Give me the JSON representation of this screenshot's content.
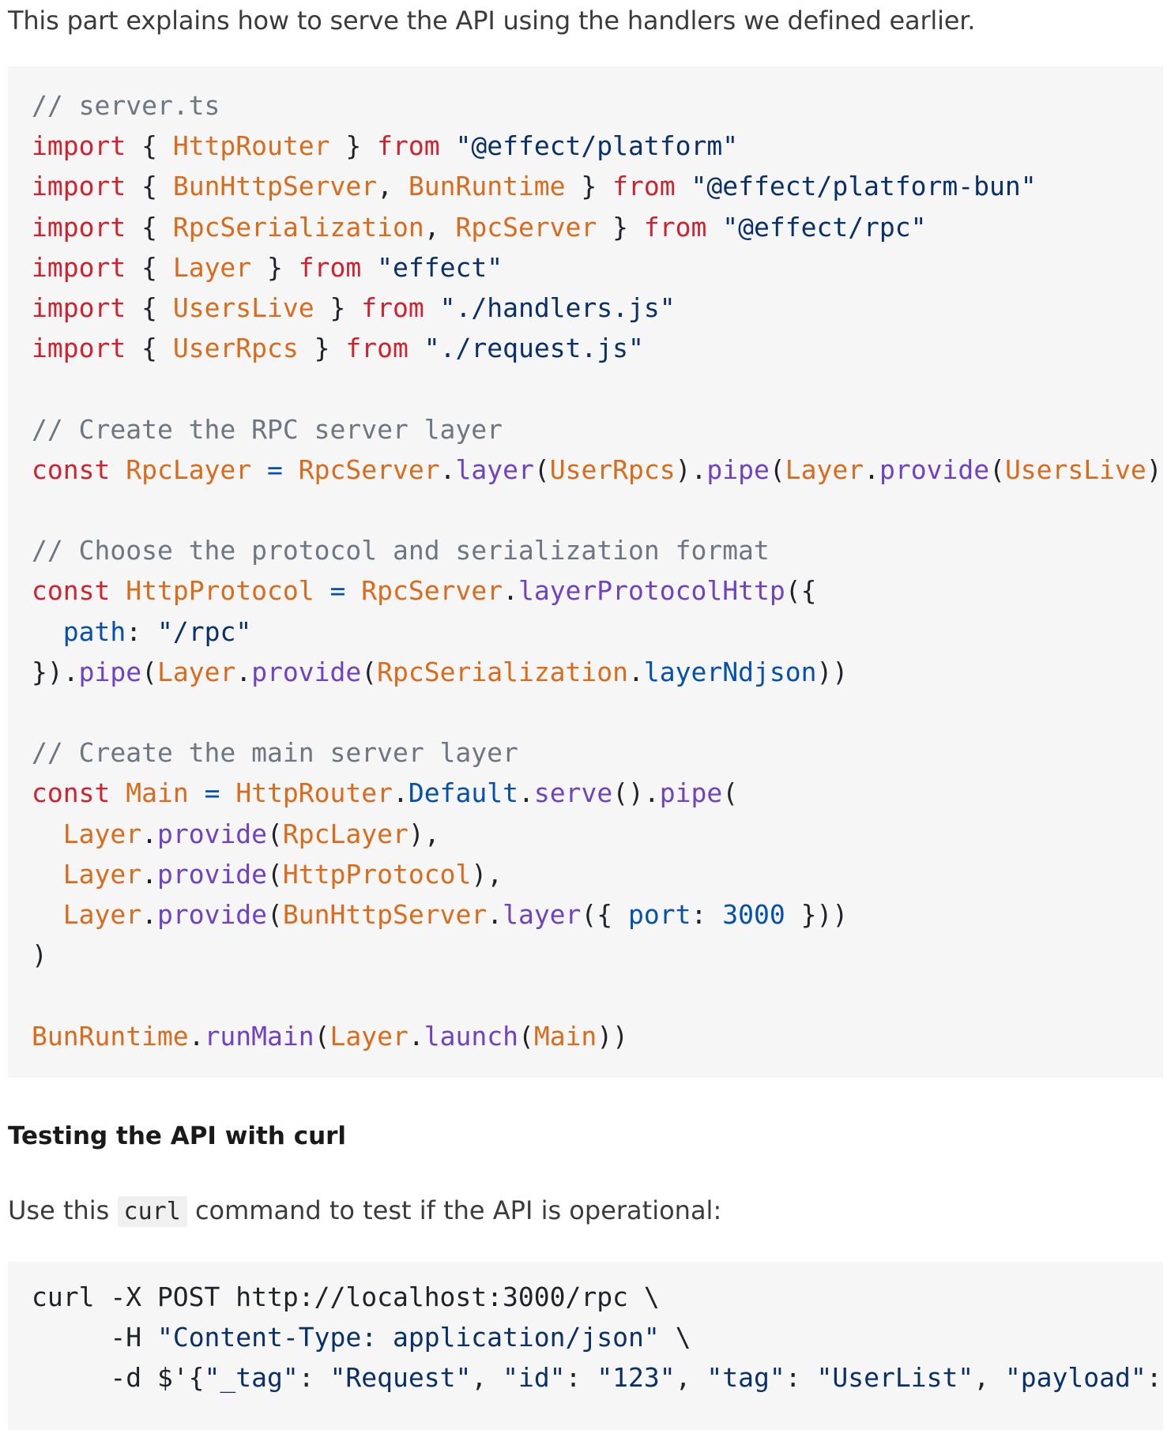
{
  "intro_text": "This part explains how to serve the API using the handlers we defined earlier.",
  "server_code_lines": [
    [
      [
        "comment",
        "// server.ts"
      ]
    ],
    [
      [
        "keyword",
        "import"
      ],
      [
        "punct",
        " { "
      ],
      [
        "ident",
        "HttpRouter"
      ],
      [
        "punct",
        " } "
      ],
      [
        "keyword",
        "from"
      ],
      [
        "punct",
        " "
      ],
      [
        "string",
        "\"@effect/platform\""
      ]
    ],
    [
      [
        "keyword",
        "import"
      ],
      [
        "punct",
        " { "
      ],
      [
        "ident",
        "BunHttpServer"
      ],
      [
        "punct",
        ", "
      ],
      [
        "ident",
        "BunRuntime"
      ],
      [
        "punct",
        " } "
      ],
      [
        "keyword",
        "from"
      ],
      [
        "punct",
        " "
      ],
      [
        "string",
        "\"@effect/platform-bun\""
      ]
    ],
    [
      [
        "keyword",
        "import"
      ],
      [
        "punct",
        " { "
      ],
      [
        "ident",
        "RpcSerialization"
      ],
      [
        "punct",
        ", "
      ],
      [
        "ident",
        "RpcServer"
      ],
      [
        "punct",
        " } "
      ],
      [
        "keyword",
        "from"
      ],
      [
        "punct",
        " "
      ],
      [
        "string",
        "\"@effect/rpc\""
      ]
    ],
    [
      [
        "keyword",
        "import"
      ],
      [
        "punct",
        " { "
      ],
      [
        "ident",
        "Layer"
      ],
      [
        "punct",
        " } "
      ],
      [
        "keyword",
        "from"
      ],
      [
        "punct",
        " "
      ],
      [
        "string",
        "\"effect\""
      ]
    ],
    [
      [
        "keyword",
        "import"
      ],
      [
        "punct",
        " { "
      ],
      [
        "ident",
        "UsersLive"
      ],
      [
        "punct",
        " } "
      ],
      [
        "keyword",
        "from"
      ],
      [
        "punct",
        " "
      ],
      [
        "string",
        "\"./handlers.js\""
      ]
    ],
    [
      [
        "keyword",
        "import"
      ],
      [
        "punct",
        " { "
      ],
      [
        "ident",
        "UserRpcs"
      ],
      [
        "punct",
        " } "
      ],
      [
        "keyword",
        "from"
      ],
      [
        "punct",
        " "
      ],
      [
        "string",
        "\"./request.js\""
      ]
    ],
    [],
    [
      [
        "comment",
        "// Create the RPC server layer"
      ]
    ],
    [
      [
        "keyword",
        "const"
      ],
      [
        "punct",
        " "
      ],
      [
        "ident",
        "RpcLayer"
      ],
      [
        "punct",
        " "
      ],
      [
        "prop",
        "="
      ],
      [
        "punct",
        " "
      ],
      [
        "ident",
        "RpcServer"
      ],
      [
        "punct",
        "."
      ],
      [
        "fn",
        "layer"
      ],
      [
        "punct",
        "("
      ],
      [
        "ident",
        "UserRpcs"
      ],
      [
        "punct",
        ")."
      ],
      [
        "fn",
        "pipe"
      ],
      [
        "punct",
        "("
      ],
      [
        "ident",
        "Layer"
      ],
      [
        "punct",
        "."
      ],
      [
        "fn",
        "provide"
      ],
      [
        "punct",
        "("
      ],
      [
        "ident",
        "UsersLive"
      ],
      [
        "punct",
        "))"
      ]
    ],
    [],
    [
      [
        "comment",
        "// Choose the protocol and serialization format"
      ]
    ],
    [
      [
        "keyword",
        "const"
      ],
      [
        "punct",
        " "
      ],
      [
        "ident",
        "HttpProtocol"
      ],
      [
        "punct",
        " "
      ],
      [
        "prop",
        "="
      ],
      [
        "punct",
        " "
      ],
      [
        "ident",
        "RpcServer"
      ],
      [
        "punct",
        "."
      ],
      [
        "fn",
        "layerProtocolHttp"
      ],
      [
        "punct",
        "({"
      ]
    ],
    [
      [
        "punct",
        "  "
      ],
      [
        "prop",
        "path"
      ],
      [
        "punct",
        ": "
      ],
      [
        "string",
        "\"/rpc\""
      ]
    ],
    [
      [
        "punct",
        "})."
      ],
      [
        "fn",
        "pipe"
      ],
      [
        "punct",
        "("
      ],
      [
        "ident",
        "Layer"
      ],
      [
        "punct",
        "."
      ],
      [
        "fn",
        "provide"
      ],
      [
        "punct",
        "("
      ],
      [
        "ident",
        "RpcSerialization"
      ],
      [
        "punct",
        "."
      ],
      [
        "prop",
        "layerNdjson"
      ],
      [
        "punct",
        "))"
      ]
    ],
    [],
    [
      [
        "comment",
        "// Create the main server layer"
      ]
    ],
    [
      [
        "keyword",
        "const"
      ],
      [
        "punct",
        " "
      ],
      [
        "ident",
        "Main"
      ],
      [
        "punct",
        " "
      ],
      [
        "prop",
        "="
      ],
      [
        "punct",
        " "
      ],
      [
        "ident",
        "HttpRouter"
      ],
      [
        "punct",
        "."
      ],
      [
        "prop",
        "Default"
      ],
      [
        "punct",
        "."
      ],
      [
        "fn",
        "serve"
      ],
      [
        "punct",
        "()."
      ],
      [
        "fn",
        "pipe"
      ],
      [
        "punct",
        "("
      ]
    ],
    [
      [
        "punct",
        "  "
      ],
      [
        "ident",
        "Layer"
      ],
      [
        "punct",
        "."
      ],
      [
        "fn",
        "provide"
      ],
      [
        "punct",
        "("
      ],
      [
        "ident",
        "RpcLayer"
      ],
      [
        "punct",
        "),"
      ]
    ],
    [
      [
        "punct",
        "  "
      ],
      [
        "ident",
        "Layer"
      ],
      [
        "punct",
        "."
      ],
      [
        "fn",
        "provide"
      ],
      [
        "punct",
        "("
      ],
      [
        "ident",
        "HttpProtocol"
      ],
      [
        "punct",
        "),"
      ]
    ],
    [
      [
        "punct",
        "  "
      ],
      [
        "ident",
        "Layer"
      ],
      [
        "punct",
        "."
      ],
      [
        "fn",
        "provide"
      ],
      [
        "punct",
        "("
      ],
      [
        "ident",
        "BunHttpServer"
      ],
      [
        "punct",
        "."
      ],
      [
        "fn",
        "layer"
      ],
      [
        "punct",
        "({ "
      ],
      [
        "prop",
        "port"
      ],
      [
        "punct",
        ": "
      ],
      [
        "number",
        "3000"
      ],
      [
        "punct",
        " }))"
      ]
    ],
    [
      [
        "punct",
        ")"
      ]
    ],
    [],
    [
      [
        "ident",
        "BunRuntime"
      ],
      [
        "punct",
        "."
      ],
      [
        "fn",
        "runMain"
      ],
      [
        "punct",
        "("
      ],
      [
        "ident",
        "Layer"
      ],
      [
        "punct",
        "."
      ],
      [
        "fn",
        "launch"
      ],
      [
        "punct",
        "("
      ],
      [
        "ident",
        "Main"
      ],
      [
        "punct",
        "))"
      ]
    ]
  ],
  "heading_text": "Testing the API with curl",
  "para": {
    "before": "Use this ",
    "code": "curl",
    "after": " command to test if the API is operational:"
  },
  "curl_code_lines": [
    [
      [
        "punct",
        "curl -X POST http://localhost:3000/rpc \\"
      ]
    ],
    [
      [
        "punct",
        "     -H "
      ],
      [
        "string",
        "\"Content-Type: application/json\""
      ],
      [
        "punct",
        " \\"
      ]
    ],
    [
      [
        "punct",
        "     -d $'{"
      ],
      [
        "string",
        "\"_tag\""
      ],
      [
        "punct",
        ": "
      ],
      [
        "string",
        "\"Request\""
      ],
      [
        "punct",
        ", "
      ],
      [
        "string",
        "\"id\""
      ],
      [
        "punct",
        ": "
      ],
      [
        "string",
        "\"123\""
      ],
      [
        "punct",
        ", "
      ],
      [
        "string",
        "\"tag\""
      ],
      [
        "punct",
        ": "
      ],
      [
        "string",
        "\"UserList\""
      ],
      [
        "punct",
        ", "
      ],
      [
        "string",
        "\"payload\""
      ],
      [
        "punct",
        ": {}"
      ]
    ]
  ],
  "colors": {
    "code_bg": "#f6f6f6",
    "comment": "#6e7781",
    "keyword": "#cf222e",
    "identifier": "#d96b1c",
    "string": "#0a3069",
    "function": "#6f42c1",
    "property": "#0550ae"
  }
}
